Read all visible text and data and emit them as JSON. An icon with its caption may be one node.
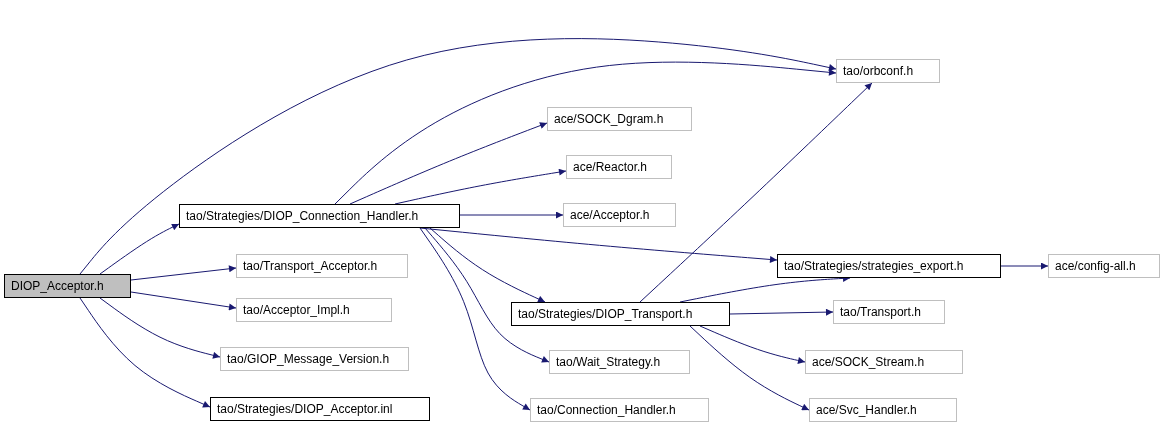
{
  "diagram": {
    "nodes": [
      {
        "text": [
          "DIOP_Acceptor.h"
        ]
      },
      {
        "text": [
          "tao/Strategies/DIOP_Connection_Handler.h"
        ]
      },
      {
        "text": [
          "tao/orbconf.h"
        ]
      },
      {
        "text": [
          "ace/SOCK_Dgram.h"
        ]
      },
      {
        "text": [
          "ace/Reactor.h"
        ]
      },
      {
        "text": [
          "ace/Acceptor.h"
        ]
      },
      {
        "text": [
          "tao/Transport_Acceptor.h"
        ]
      },
      {
        "text": [
          "tao/Strategies/strategies_export.h"
        ]
      },
      {
        "text": [
          "ace/config-all.h"
        ]
      },
      {
        "text": [
          "tao/Acceptor_Impl.h"
        ]
      },
      {
        "text": [
          "tao/Strategies/DIOP_Transport.h"
        ]
      },
      {
        "text": [
          "tao/Transport.h"
        ]
      },
      {
        "text": [
          "tao/GIOP_Message_Version.h"
        ]
      },
      {
        "text": [
          "tao/Wait_Strategy.h"
        ]
      },
      {
        "text": [
          "ace/SOCK_Stream.h"
        ]
      },
      {
        "text": [
          "tao/Strategies/DIOP_Acceptor.inl"
        ]
      },
      {
        "text": [
          "tao/Connection_Handler.h"
        ]
      },
      {
        "text": [
          "ace/Svc_Handler.h"
        ]
      }
    ],
    "edges": [
      {
        "from": 0,
        "to": 2,
        "arrow": "to"
      },
      {
        "from": 0,
        "to": 1,
        "arrow": "to"
      },
      {
        "from": 0,
        "to": 6,
        "arrow": "to"
      },
      {
        "from": 0,
        "to": 9,
        "arrow": "to"
      },
      {
        "from": 0,
        "to": 12,
        "arrow": "to"
      },
      {
        "from": 0,
        "to": 15,
        "arrow": "to"
      },
      {
        "from": 1,
        "to": 2,
        "arrow": "to"
      },
      {
        "from": 1,
        "to": 3,
        "arrow": "to"
      },
      {
        "from": 1,
        "to": 4,
        "arrow": "to"
      },
      {
        "from": 1,
        "to": 5,
        "arrow": "to"
      },
      {
        "from": 1,
        "to": 7,
        "arrow": "to"
      },
      {
        "from": 1,
        "to": 10,
        "arrow": "to"
      },
      {
        "from": 1,
        "to": 13,
        "arrow": "to"
      },
      {
        "from": 1,
        "to": 16,
        "arrow": "to"
      },
      {
        "from": 7,
        "to": 8,
        "arrow": "to"
      },
      {
        "from": 10,
        "to": 2,
        "arrow": "to"
      },
      {
        "from": 10,
        "to": 7,
        "arrow": "to"
      },
      {
        "from": 10,
        "to": 11,
        "arrow": "to"
      },
      {
        "from": 10,
        "to": 14,
        "arrow": "to"
      },
      {
        "from": 10,
        "to": 17,
        "arrow": "to"
      }
    ]
  }
}
